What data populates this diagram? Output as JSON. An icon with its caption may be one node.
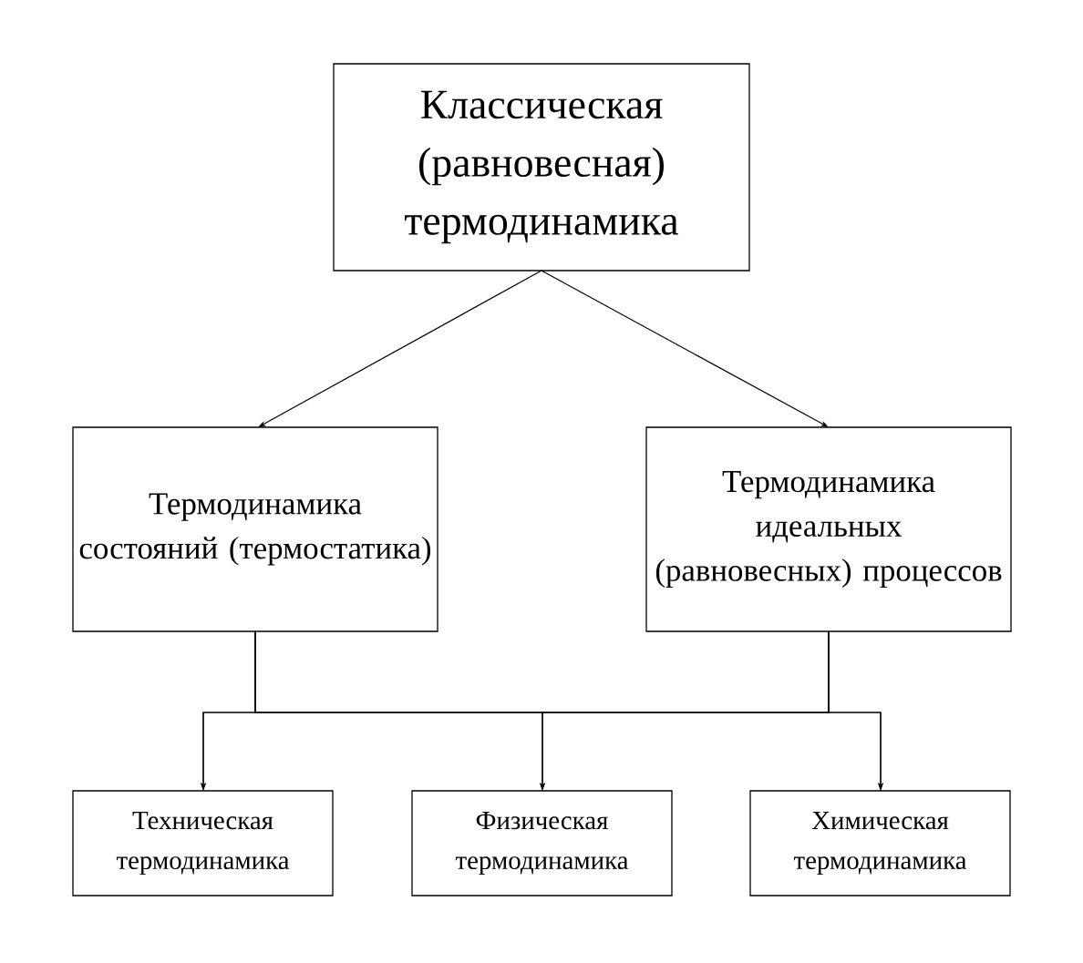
{
  "diagram": {
    "nodes": [
      {
        "text": [
          "Классическая (равновесная) термодинамика"
        ]
      },
      {
        "text": [
          "Термодинамика состояний (термостатика)"
        ]
      },
      {
        "text": [
          "Термодинамика идеальных (равновесных) процессов"
        ]
      },
      {
        "text": [
          "Техническая термодинамика"
        ]
      },
      {
        "text": [
          "Физическая термодинамика"
        ]
      },
      {
        "text": [
          "Химическая термодинамика"
        ]
      }
    ],
    "edges": [
      {
        "from": 0,
        "to": 1,
        "arrow": "to"
      },
      {
        "from": 0,
        "to": 2,
        "arrow": "to"
      },
      {
        "from": 1,
        "to": 3,
        "arrow": "to"
      },
      {
        "from": 1,
        "to": 4,
        "arrow": "to"
      },
      {
        "from": 1,
        "to": 5,
        "arrow": "to"
      },
      {
        "from": 2,
        "to": 3,
        "arrow": "to"
      },
      {
        "from": 2,
        "to": 4,
        "arrow": "to"
      },
      {
        "from": 2,
        "to": 5,
        "arrow": "to"
      }
    ]
  }
}
